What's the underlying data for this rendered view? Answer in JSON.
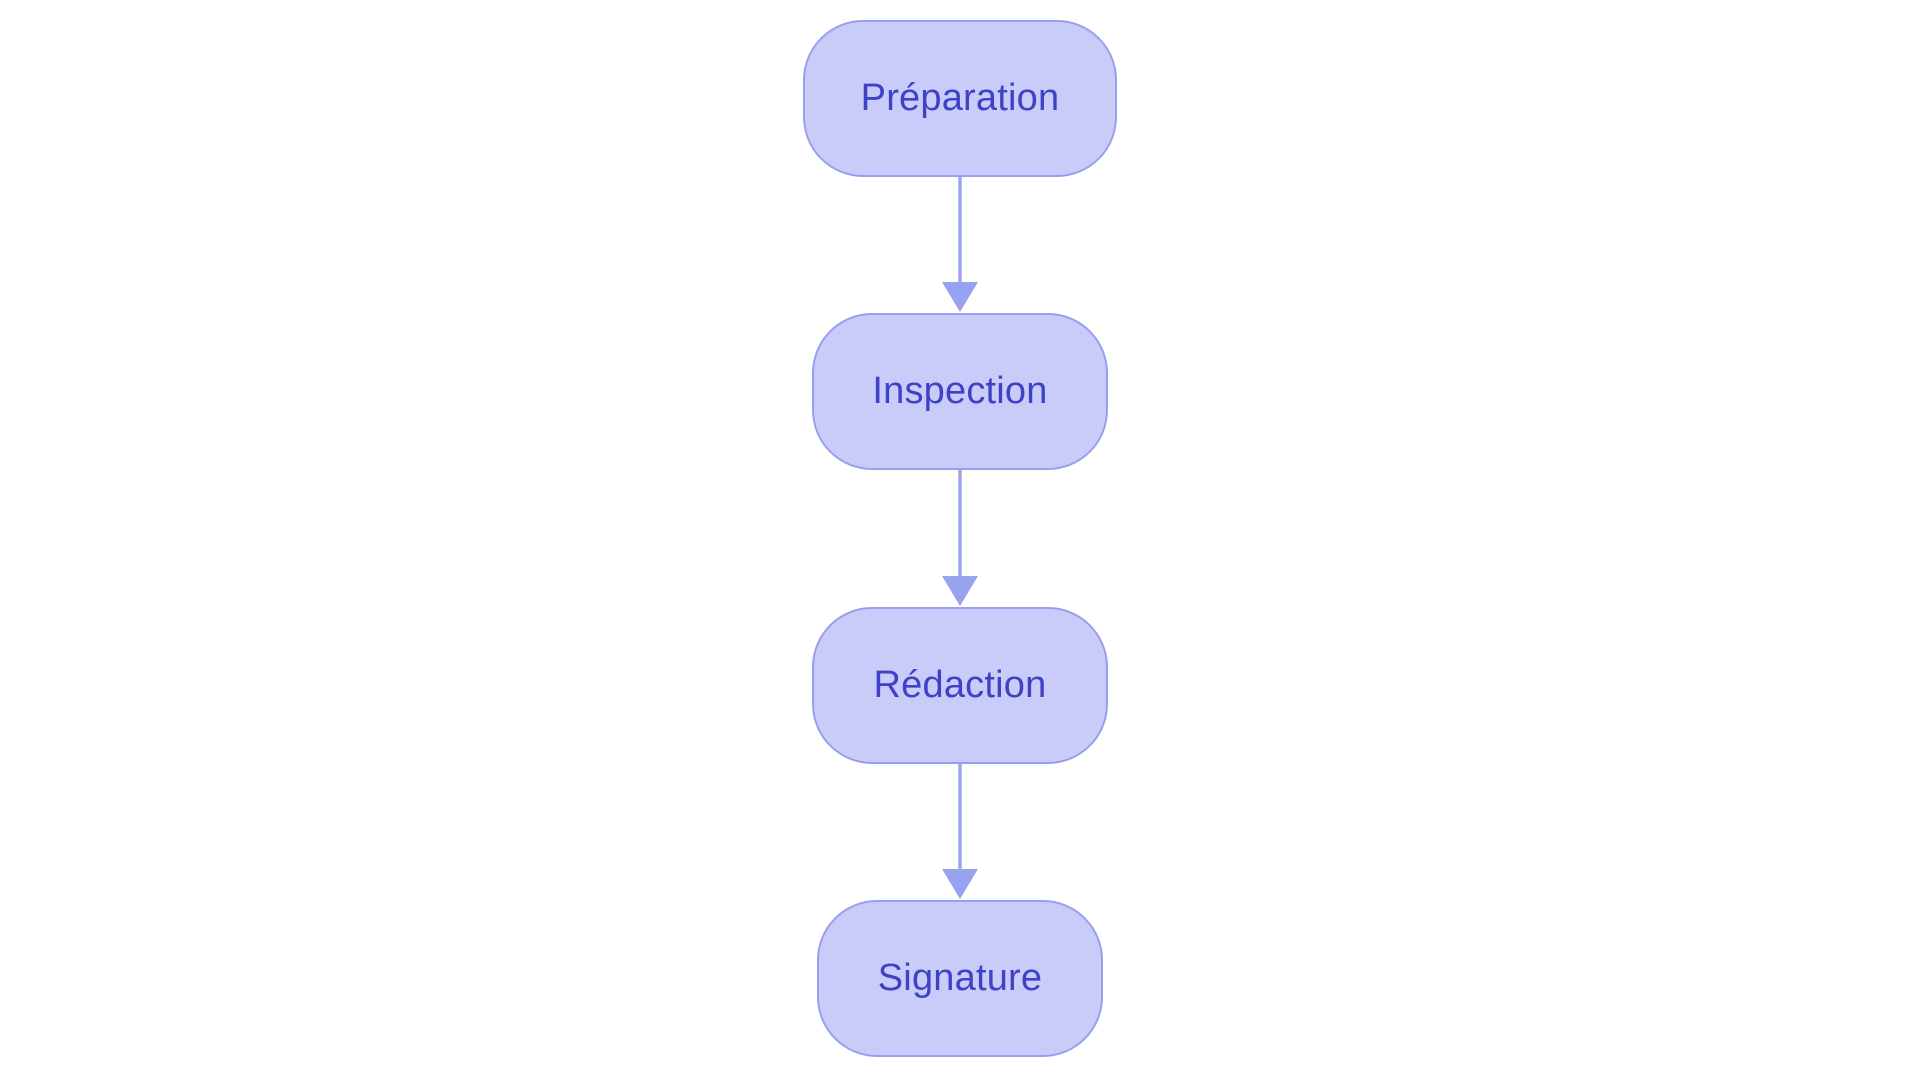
{
  "diagram": {
    "type": "flowchart",
    "direction": "top-down",
    "nodes": [
      {
        "id": "preparation",
        "label": "Préparation"
      },
      {
        "id": "inspection",
        "label": "Inspection"
      },
      {
        "id": "redaction",
        "label": "Rédaction"
      },
      {
        "id": "signature",
        "label": "Signature"
      }
    ],
    "edges": [
      {
        "from": "preparation",
        "to": "inspection"
      },
      {
        "from": "inspection",
        "to": "redaction"
      },
      {
        "from": "redaction",
        "to": "signature"
      }
    ],
    "colors": {
      "background": "#ffffff",
      "node_fill": "#c9ccf8",
      "node_border": "#98a0ee",
      "node_text": "#3e42c4",
      "connector": "#9ca5f1",
      "arrowhead": "#98a2ef"
    }
  }
}
